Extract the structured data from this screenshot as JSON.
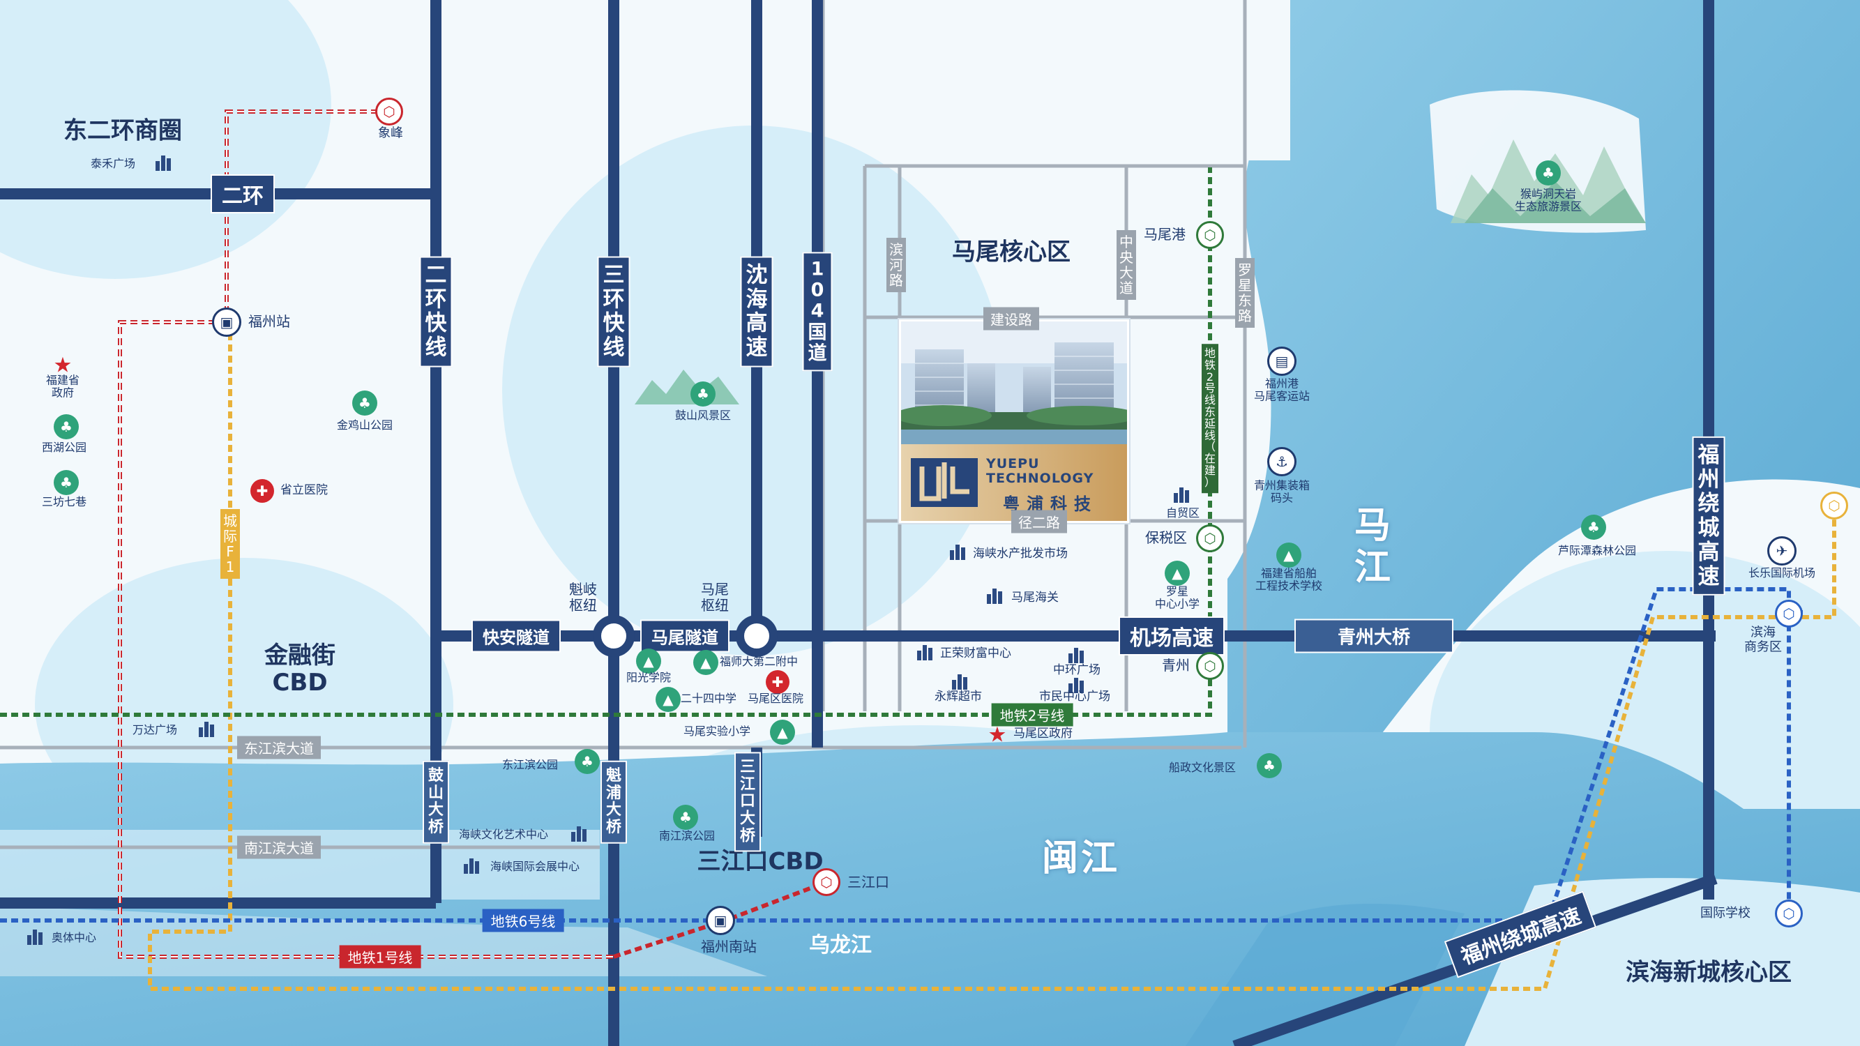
{
  "colors": {
    "water": "#7cc0e0",
    "water_light": "#bfe2f2",
    "land": "#eef6fb",
    "district": "#d8eef8",
    "road_main": "#27457a",
    "road_minor": "#a7b0ba",
    "metro1": "#c9262d",
    "metro2": "#2f7a3a",
    "metro6": "#2a61c4",
    "intercity": "#e8b23a",
    "gold": "#c99c5c"
  },
  "districts": {
    "dongerhuan": "东二环商圈",
    "jinrongjie": "金融街\nCBD",
    "mawei_core": "马尾核心区",
    "sanjiangkou_cbd": "三江口CBD",
    "binhai_core": "滨海新城核心区"
  },
  "rivers": {
    "majiang": "马\n江",
    "minjiang": "闽江",
    "wulongjiang": "乌龙江"
  },
  "roads": {
    "erhuan": "二环",
    "erhuan_kuaixian": "二\n环\n快\n线",
    "sanhuan_kuaixian": "三\n环\n快\n线",
    "shenhai_gaosu": "沈\n海\n高\n速",
    "guodao104": "1\n0\n4\n国\n道",
    "kuaian_suidao": "快安隧道",
    "mawei_suidao": "马尾隧道",
    "jichang_gaosu": "机场高速",
    "qingzhou_daqiao": "青州大桥",
    "fuzhou_raocheng_v": "福\n州\n绕\n城\n高\n速",
    "fuzhou_raocheng_d": "福州绕城高速",
    "gushan_daqiao": "鼓\n山\n大\n桥",
    "kuipu_daqiao": "魁\n浦\n大\n桥",
    "sanjiangkou_daqiao": "三\n江\n口\n大\n桥",
    "dongjiang_bindadao": "东江滨大道",
    "nanjiang_bindadao": "南江滨大道",
    "binhe_lu": "滨\n河\n路",
    "zhongyang_dadao": "中\n央\n大\n道",
    "luoxing_donglu": "罗\n星\n东\n路",
    "jianshe_lu": "建设路",
    "jinger_lu": "径二路",
    "kuiqi_shuniu": "魁岐\n枢纽",
    "mawei_shuniu": "马尾\n枢纽"
  },
  "metro": {
    "line1": "地铁1号线",
    "line2": "地铁2号线",
    "line6": "地铁6号线",
    "intercity_f1": "城\n际\nF\n1",
    "line2_ext": "地\n铁\n2\n号\n线\n东\n延\n线\n（\n在\n建\n）"
  },
  "stations": {
    "xiangfeng": "象峰",
    "fuzhou_zhan": "福州站",
    "fuzhou_nanzhan": "福州南站",
    "sanjiangkou": "三江口",
    "maweigang": "马尾港",
    "baoshuiqu": "保税区",
    "qingzhou": "青州",
    "binhai_shangwu": "滨海\n商务区",
    "guoji_xuexiao": "国际学校"
  },
  "pois": {
    "taihe": "泰禾广场",
    "fujian_zhengfu": "福建省\n政府",
    "xihu": "西湖公园",
    "sanfang": "三坊七巷",
    "jinjishan": "金鸡山公园",
    "shengli_yiyuan": "省立医院",
    "wanda": "万达广场",
    "gushan": "鼓山风景区",
    "yangguang": "阳光学院",
    "shida_fuzhong": "福师大第二附中",
    "ershisi_zhong": "二十四中学",
    "mawei_yiyuan": "马尾区医院",
    "mawei_shiyan": "马尾实验小学",
    "dongjiangbin_park": "东江滨公园",
    "nanjiangbin_park": "南江滨公园",
    "haixia_wenhua": "海峡文化艺术中心",
    "haixia_huizhan": "海峡国际会展中心",
    "aoti": "奥体中心",
    "haixia_shuichan": "海峡水产批发市场",
    "mawei_haiguan": "马尾海关",
    "zhengrong": "正荣财富中心",
    "zhonghuan": "中环广场",
    "yonghui": "永辉超市",
    "shimin_zhongxin": "市民中心广场",
    "mawei_zhengfu": "马尾区政府",
    "zimao": "自贸区",
    "luoxing_xiaoxue": "罗星\n中心小学",
    "fuzhougang_keyun": "福州港\n马尾客运站",
    "qingzhou_matou": "青州集装箱\n码头",
    "chuanbo_xuexiao": "福建省船舶\n工程技术学校",
    "chuanzheng": "船政文化景区",
    "luzhitan": "芦际潭森林公园",
    "houyu": "猴屿洞天岩\n生态旅游景区",
    "changle_jichang": "长乐国际机场"
  },
  "project": {
    "name_en": "YUEPU\nTECHNOLOGY",
    "name_cn": "粤浦科技"
  }
}
